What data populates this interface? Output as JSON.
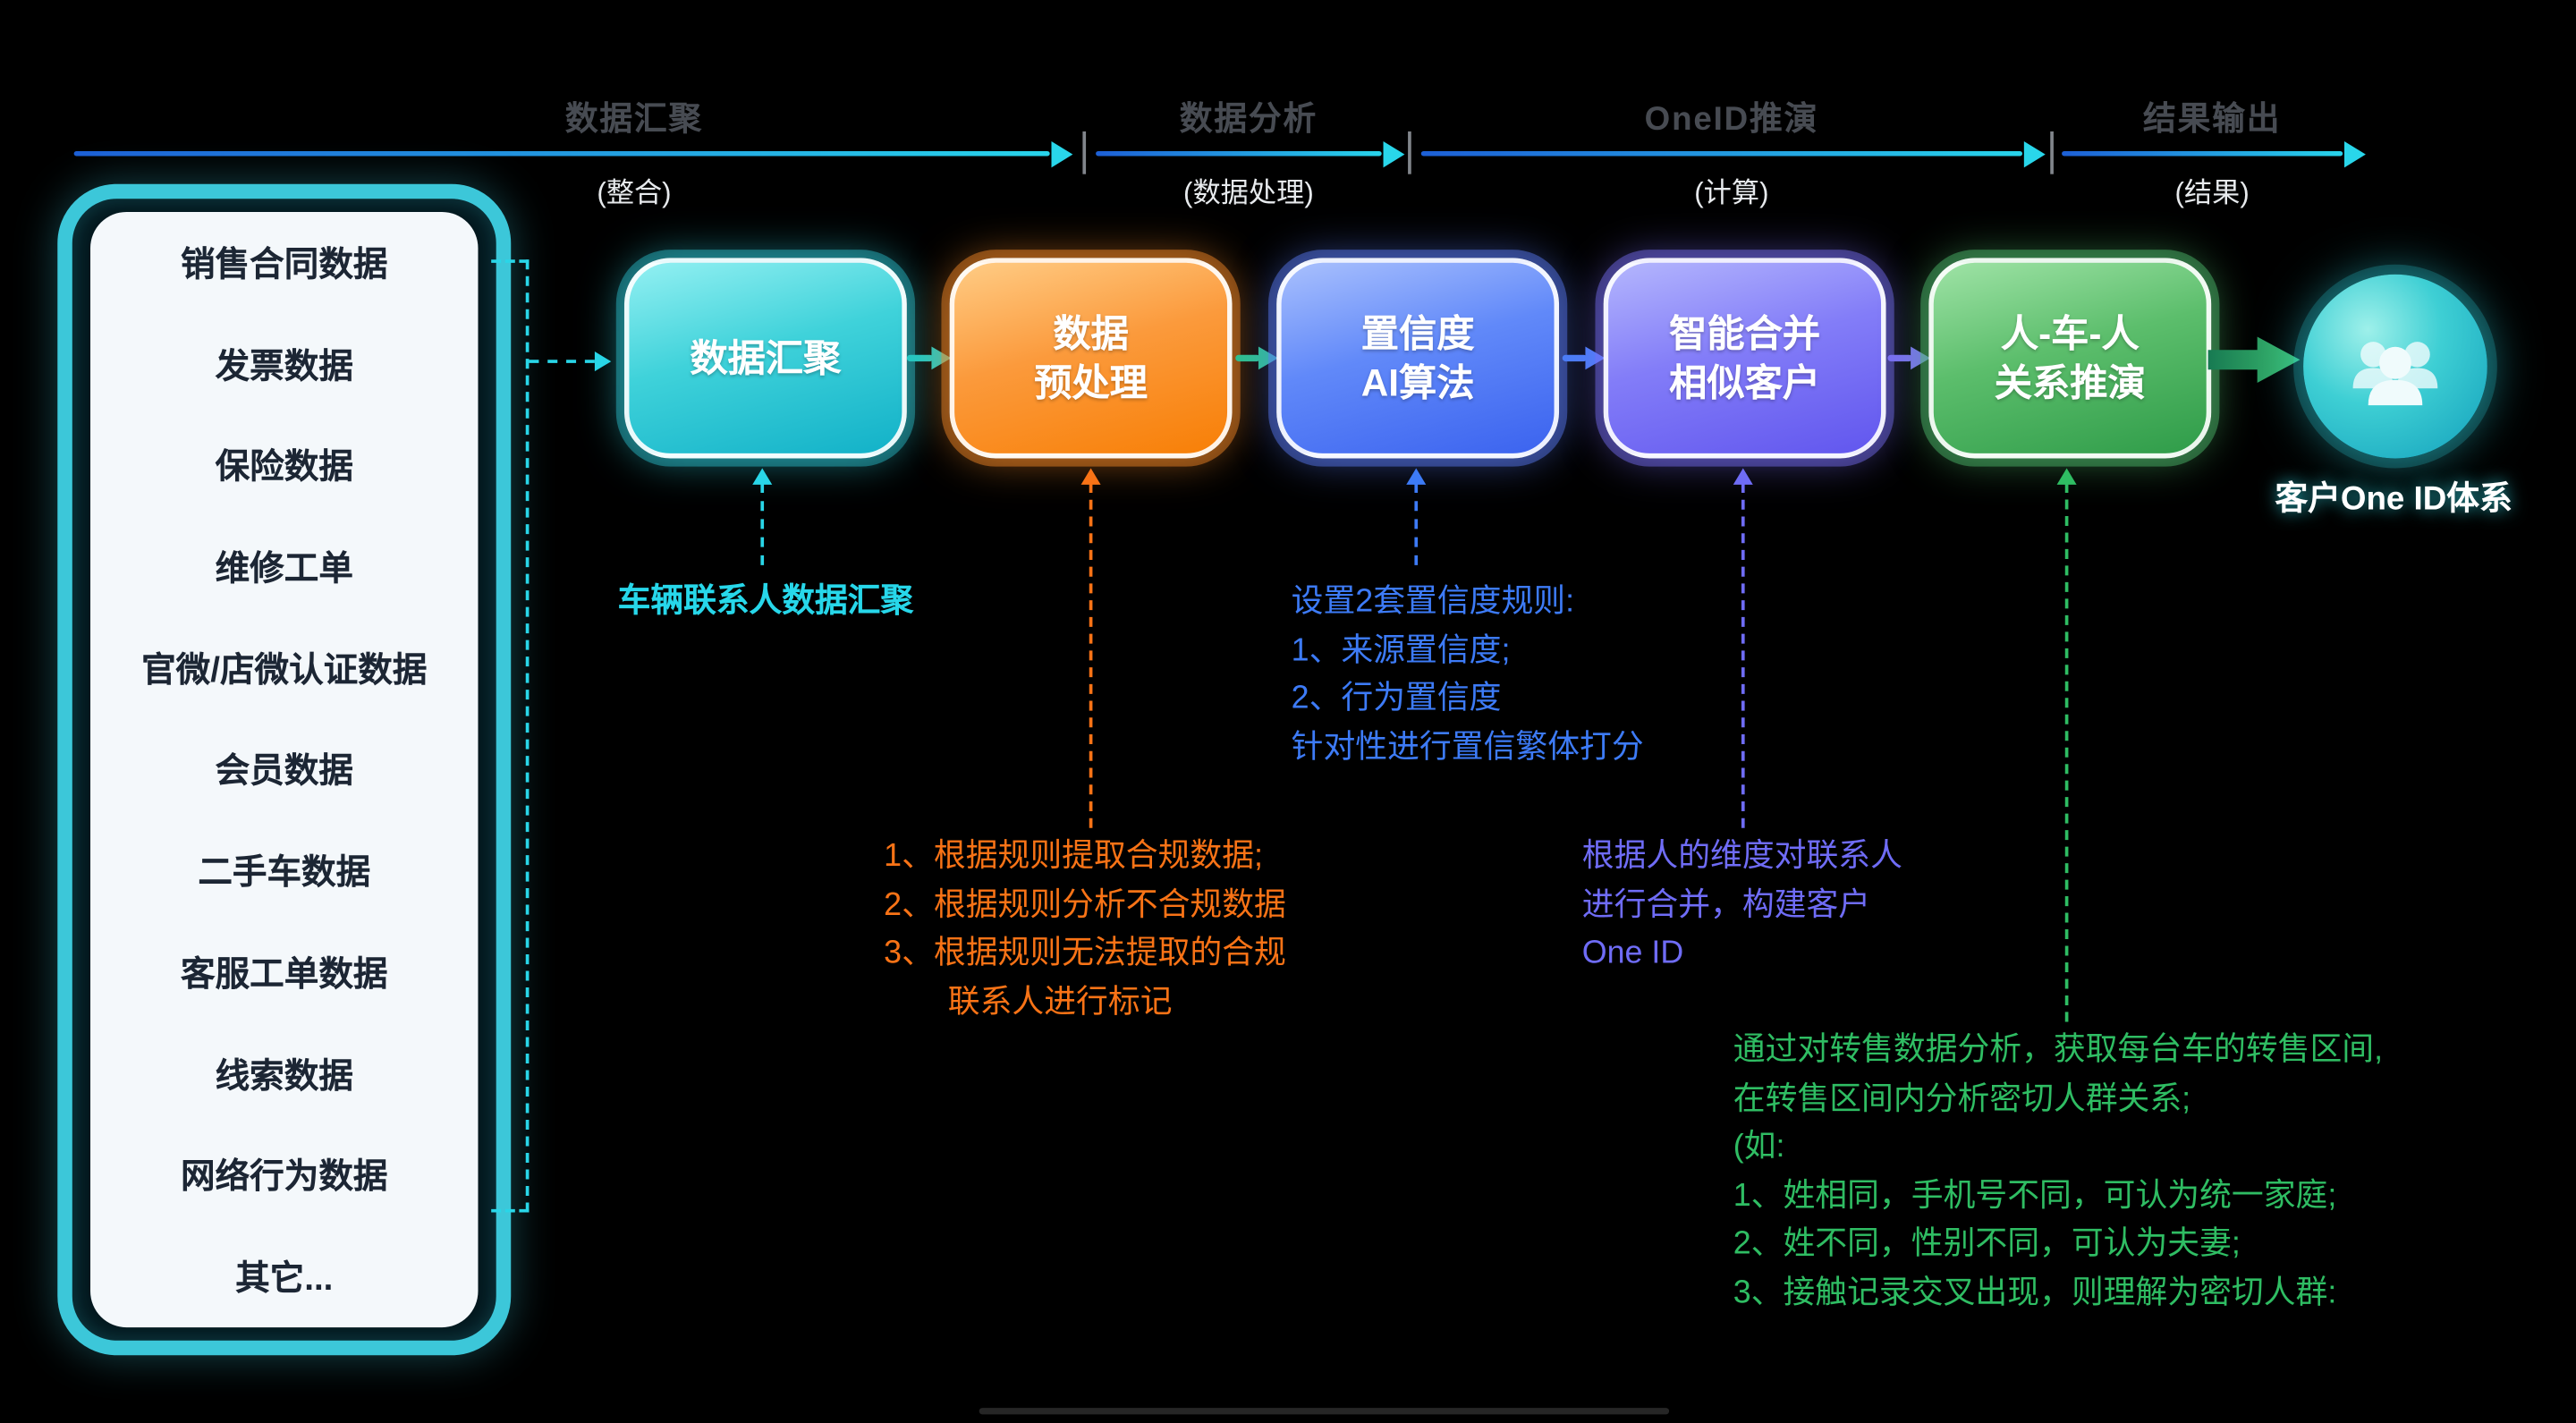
{
  "phases": [
    {
      "title": "数据汇聚",
      "subtitle": "(整合)"
    },
    {
      "title": "数据分析",
      "subtitle": "(数据处理)"
    },
    {
      "title": "OneID推演",
      "subtitle": "(计算)"
    },
    {
      "title": "结果输出",
      "subtitle": "(结果)"
    }
  ],
  "source_panel": {
    "items": [
      "销售合同数据",
      "发票数据",
      "保险数据",
      "维修工单",
      "官微/店微认证数据",
      "会员数据",
      "二手车数据",
      "客服工单数据",
      "线索数据",
      "网络行为数据",
      "其它..."
    ]
  },
  "flow": {
    "steps": [
      {
        "label": "数据汇聚"
      },
      {
        "label": "数据\n预处理"
      },
      {
        "label": "置信度\nAI算法"
      },
      {
        "label": "智能合并\n相似客户"
      },
      {
        "label": "人-车-人\n关系推演"
      }
    ],
    "result_label": "客户One ID体系"
  },
  "annotations": {
    "aggregation": {
      "text": "车辆联系人数据汇聚"
    },
    "preprocess": {
      "text": "1、根据规则提取合规数据;\n2、根据规则分析不合规数据\n3、根据规则无法提取的合规\n　　联系人进行标记"
    },
    "confidence": {
      "text": "设置2套置信度规则:\n1、来源置信度;\n2、行为置信度\n针对性进行置信繁体打分"
    },
    "merge": {
      "text": "根据人的维度对联系人\n进行合并，构建客户\nOne ID"
    },
    "relation": {
      "text": "通过对转售数据分析，获取每台车的转售区间,\n在转售区间内分析密切人群关系;\n(如:\n1、姓相同，手机号不同，可认为统一家庭;\n2、姓不同，性别不同，可认为夫妻;\n3、接触记录交叉出现，则理解为密切人群:"
    }
  },
  "colors": {
    "cyan": "#27d7ea",
    "orange": "#f97316",
    "blue": "#3d7bf7",
    "indigo": "#6f6cf6",
    "green": "#2fbd63",
    "panel_border": "#3cc7d9"
  }
}
